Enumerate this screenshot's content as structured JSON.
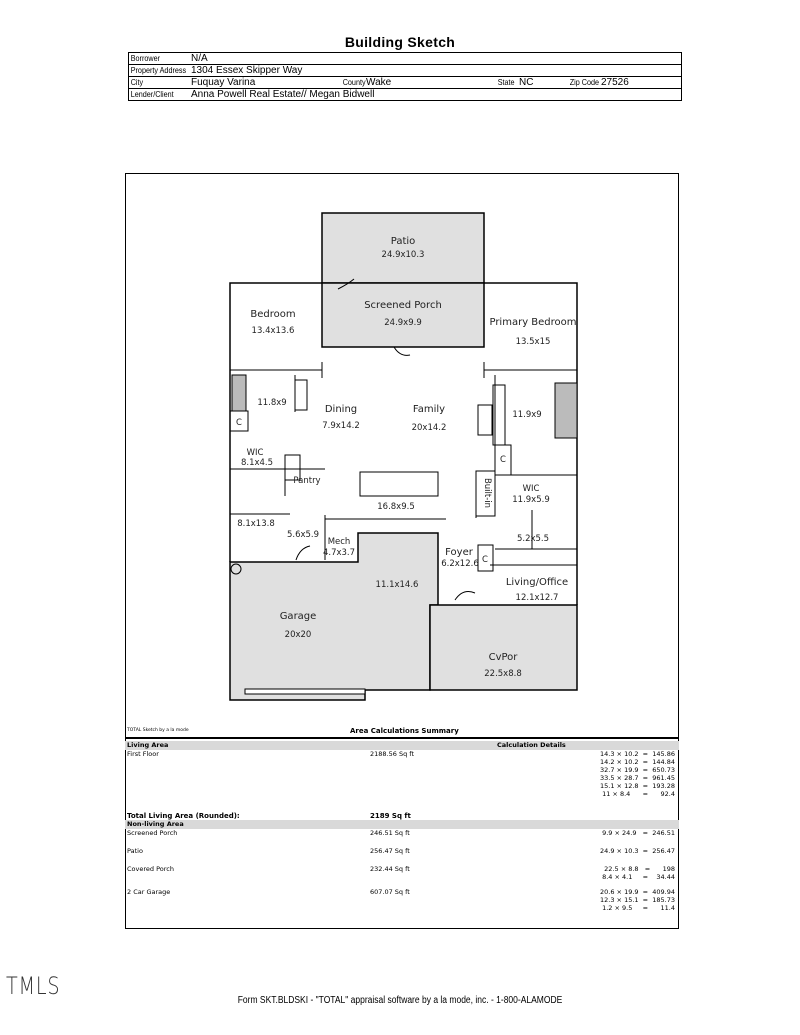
{
  "title": "Building Sketch",
  "header": {
    "borrower_label": "Borrower",
    "borrower": "N/A",
    "address_label": "Property Address",
    "address": "1304 Essex Skipper Way",
    "city_label": "City",
    "city": "Fuquay Varina",
    "county_label": "County",
    "county": "Wake",
    "state_label": "State",
    "state": "NC",
    "zip_label": "Zip Code",
    "zip": "27526",
    "lender_label": "Lender/Client",
    "lender": "Anna Powell Real Estate// Megan Bidwell"
  },
  "rooms": {
    "patio": [
      "Patio",
      "24.9x10.3"
    ],
    "screened_porch": [
      "Screened Porch",
      "24.9x9.9"
    ],
    "bedroom": [
      "Bedroom",
      "13.4x13.6"
    ],
    "primary_bedroom": [
      "Primary Bedroom",
      "13.5x15"
    ],
    "bath1": "11.8x9",
    "closet": "C",
    "dining": [
      "Dining",
      "7.9x14.2"
    ],
    "family": [
      "Family",
      "20x14.2"
    ],
    "bath2": "11.9x9",
    "wic1": [
      "WIC",
      "8.1x4.5"
    ],
    "pantry": "Pantry",
    "built_in": "Built-in",
    "wic2": [
      "WIC",
      "11.9x5.9"
    ],
    "kitchen": "16.8x9.5",
    "room_8_1": "8.1x13.8",
    "laundry": "5.6x5.9",
    "mech": [
      "Mech",
      "4.7x3.7"
    ],
    "foyer": [
      "Foyer",
      "6.2x12.6"
    ],
    "half_bath": "5.2x5.5",
    "garage_ext": "11.1x14.6",
    "living_office": [
      "Living/Office",
      "12.1x12.7"
    ],
    "garage": [
      "Garage",
      "20x20"
    ],
    "cvpor": [
      "CvPor",
      "22.5x8.8"
    ]
  },
  "summary": {
    "credit": "TOTAL Sketch by a la mode",
    "title": "Area Calculations Summary",
    "living_header": "Living Area",
    "calc_header": "Calculation Details",
    "first_floor": {
      "name": "First Floor",
      "area": "2188.56 Sq ft",
      "calcs": [
        "14.3 × 10.2  =  145.86",
        "14.2 × 10.2  =  144.84",
        "32.7 × 19.9  =  650.73",
        "33.5 × 28.7  =  961.45",
        "15.1 × 12.8  =  193.28",
        "11 × 8.4      =      92.4"
      ]
    },
    "total_label": "Total Living Area (Rounded):",
    "total_value": "2189 Sq ft",
    "nonliving_header": "Non-living Area",
    "nonliving": [
      {
        "name": "Screened Porch",
        "area": "246.51 Sq ft",
        "calcs": [
          "9.9 × 24.9   =  246.51"
        ]
      },
      {
        "name": "Patio",
        "area": "256.47 Sq ft",
        "calcs": [
          "24.9 × 10.3  =  256.47"
        ]
      },
      {
        "name": "Covered Porch",
        "area": "232.44 Sq ft",
        "calcs": [
          "22.5 × 8.8   =      198",
          "8.4 × 4.1     =    34.44"
        ]
      },
      {
        "name": "2 Car Garage",
        "area": "607.07 Sq ft",
        "calcs": [
          "20.6 × 19.9  =  409.94",
          "12.3 × 15.1  =  185.73",
          "1.2 × 9.5     =      11.4"
        ]
      }
    ]
  },
  "footer": "Form SKT.BLDSKI - \"TOTAL\" appraisal software by a la mode, inc. - 1-800-ALAMODE",
  "logo": "TMLS",
  "colors": {
    "shaded_area": "#e0e0e0",
    "summary_bar": "#d9d9d9"
  }
}
